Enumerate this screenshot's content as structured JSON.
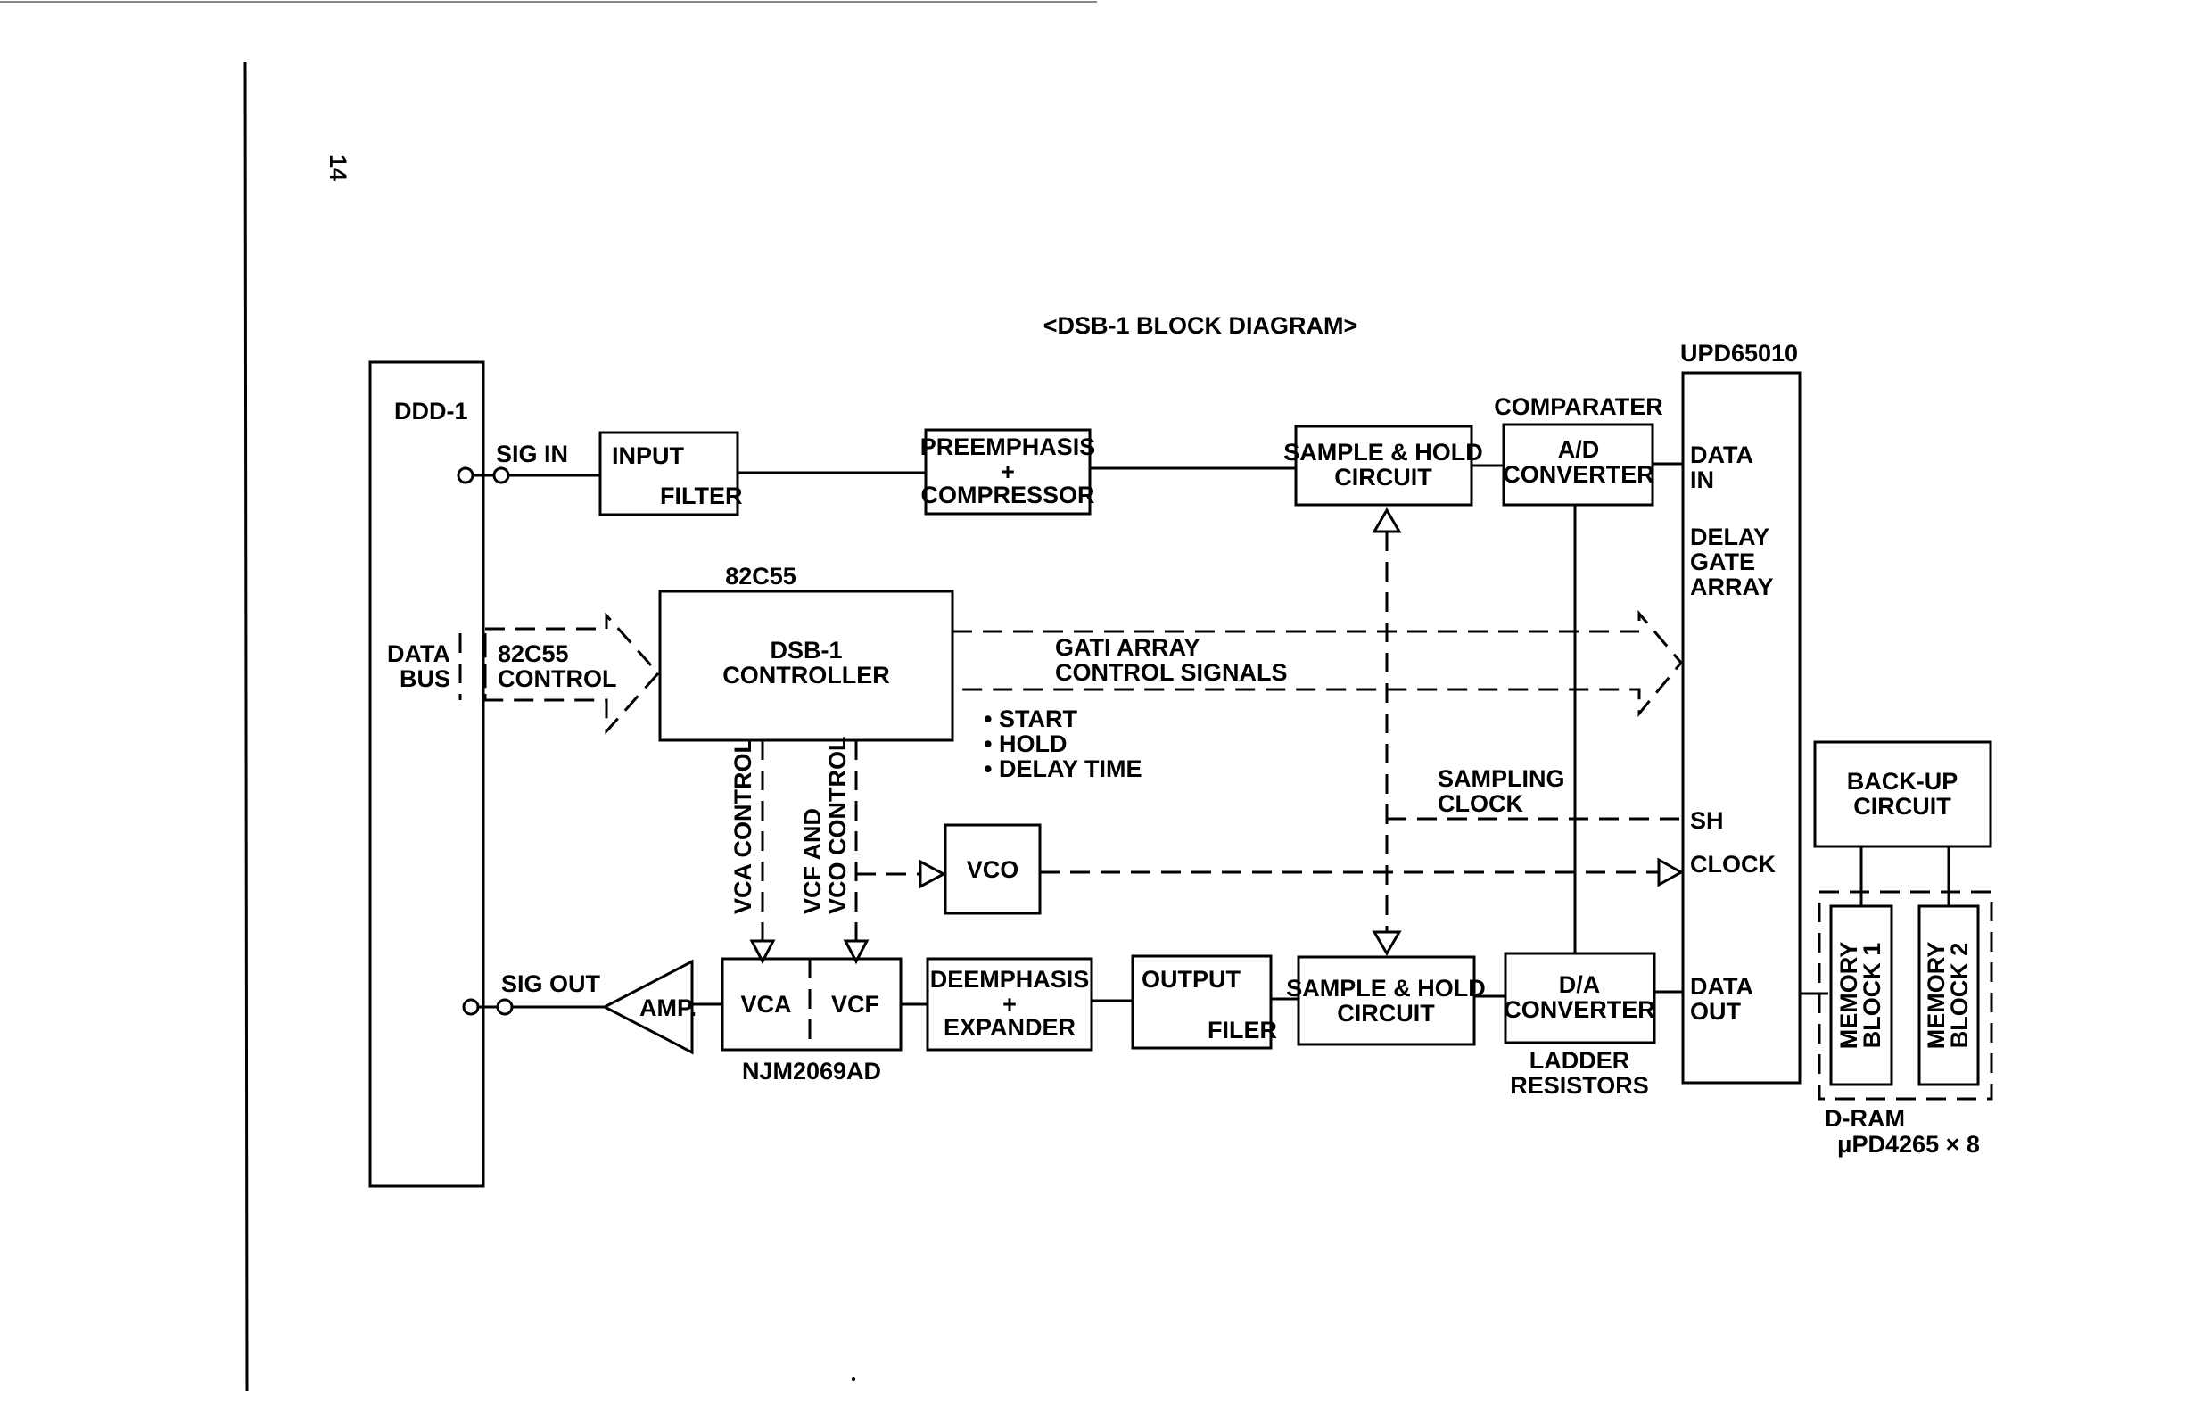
{
  "page_number": "14",
  "title": "<DSB-1 BLOCK DIAGRAM>",
  "blocks": {
    "ddd1": "DDD-1",
    "upd65010": "UPD65010",
    "input_filter": [
      "INPUT",
      "FILTER"
    ],
    "preemphasis": [
      "PREEMPHASIS",
      "+",
      "COMPRESSOR"
    ],
    "sample_hold_top": [
      "SAMPLE & HOLD",
      "CIRCUIT"
    ],
    "comparater": "COMPARATER",
    "ad_converter": [
      "A/D",
      "CONVERTER"
    ],
    "controller_chip": "82C55",
    "controller": [
      "DSB-1",
      "CONTROLLER"
    ],
    "vco": "VCO",
    "amp": "AMP.",
    "vca": "VCA",
    "vcf": "VCF",
    "njm": "NJM2069AD",
    "deemphasis": [
      "DEEMPHASIS",
      "+",
      "EXPANDER"
    ],
    "output_filter": [
      "OUTPUT",
      "FILER"
    ],
    "sample_hold_bottom": [
      "SAMPLE & HOLD",
      "CIRCUIT"
    ],
    "da_converter": [
      "D/A",
      "CONVERTER"
    ],
    "ladder": [
      "LADDER",
      "RESISTORS"
    ],
    "backup": [
      "BACK-UP",
      "CIRCUIT"
    ],
    "memory1": [
      "MEMORY",
      "BLOCK 1"
    ],
    "memory2": [
      "MEMORY",
      "BLOCK 2"
    ],
    "dram": [
      "D-RAM",
      "μPD4265 × 8"
    ]
  },
  "labels": {
    "sig_in": "SIG IN",
    "sig_out": "SIG OUT",
    "data_bus": [
      "DATA",
      "BUS"
    ],
    "control_82c55": [
      "82C55",
      "CONTROL"
    ],
    "gate_array_signals": [
      "GATI ARRAY",
      "CONTROL SIGNALS"
    ],
    "controller_signals": [
      "• START",
      "• HOLD",
      "• DELAY TIME"
    ],
    "vca_control": "VCA CONTROL",
    "vcf_vco_control": [
      "VCF AND",
      "VCO CONTROL"
    ],
    "sampling_clock": [
      "SAMPLING",
      "CLOCK"
    ],
    "data_in": [
      "DATA",
      "IN"
    ],
    "delay_gate_array": [
      "DELAY",
      "GATE",
      "ARRAY"
    ],
    "sh": "SH",
    "clock": "CLOCK",
    "data_out": [
      "DATA",
      "OUT"
    ]
  }
}
